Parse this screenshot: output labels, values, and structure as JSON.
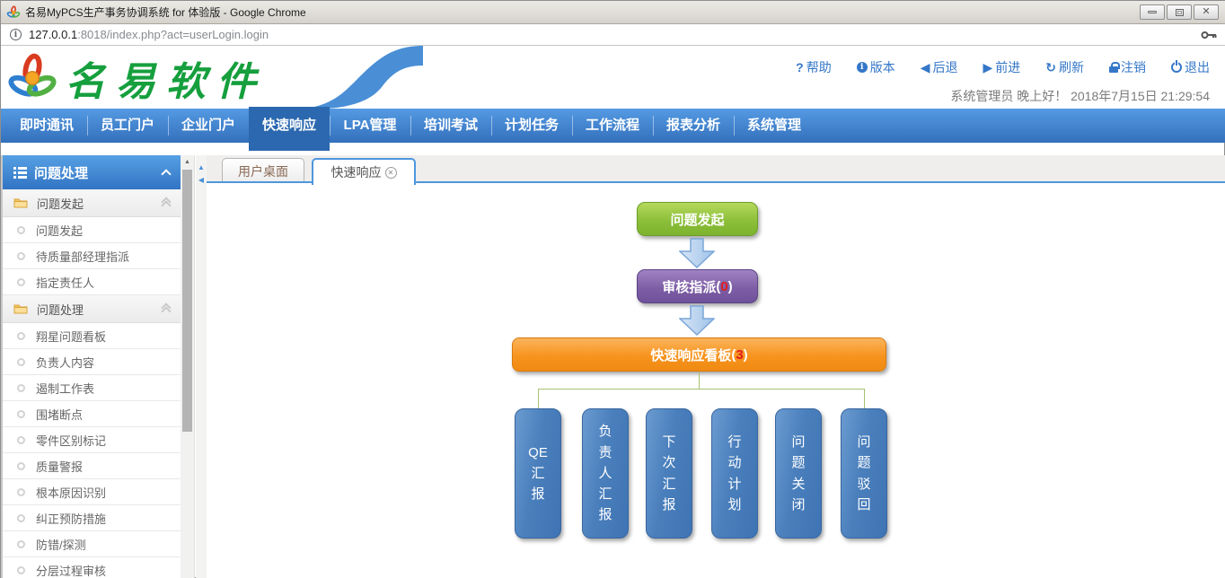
{
  "window": {
    "title": "名易MyPCS生产事务协调系统 for 体验版 - Google Chrome",
    "url_host": "127.0.0.1",
    "url_path": ":8018/index.php?act=userLogin.login",
    "info_icon_glyph": "i"
  },
  "header": {
    "logo_text": "名易软件",
    "links": [
      {
        "icon": "question-icon",
        "glyph": "?",
        "label": "帮助"
      },
      {
        "icon": "info-icon",
        "glyph": "i",
        "label": "版本"
      },
      {
        "icon": "back-icon",
        "glyph": "◀",
        "label": "后退"
      },
      {
        "icon": "forward-icon",
        "glyph": "▶",
        "label": "前进"
      },
      {
        "icon": "refresh-icon",
        "glyph": "↻",
        "label": "刷新"
      },
      {
        "icon": "lock-icon",
        "glyph": "",
        "label": "注销"
      },
      {
        "icon": "power-icon",
        "glyph": "",
        "label": "退出"
      }
    ],
    "greeting": "系统管理员 晚上好！ 2018年7月15日 21:29:54"
  },
  "nav": {
    "items": [
      {
        "label": "即时通讯",
        "active": false
      },
      {
        "label": "员工门户",
        "active": false
      },
      {
        "label": "企业门户",
        "active": false
      },
      {
        "label": "快速响应",
        "active": true
      },
      {
        "label": "LPA管理",
        "active": false
      },
      {
        "label": "培训考试",
        "active": false
      },
      {
        "label": "计划任务",
        "active": false
      },
      {
        "label": "工作流程",
        "active": false
      },
      {
        "label": "报表分析",
        "active": false
      },
      {
        "label": "系统管理",
        "active": false
      }
    ]
  },
  "sidebar": {
    "header": "问题处理",
    "groups": [
      {
        "label": "问题发起",
        "items": [
          "问题发起",
          "待质量部经理指派",
          "指定责任人"
        ]
      },
      {
        "label": "问题处理",
        "items": [
          "翔星问题看板",
          "负责人内容",
          "遏制工作表",
          "围堵断点",
          "零件区别标记",
          "质量警报",
          "根本原因识别",
          "纠正预防措施",
          "防错/探测",
          "分层过程审核"
        ]
      }
    ]
  },
  "tabs": [
    {
      "label": "用户桌面",
      "active": false,
      "closable": false
    },
    {
      "label": "快速响应",
      "active": true,
      "closable": true,
      "close_glyph": "✕"
    }
  ],
  "flowchart": {
    "paren_open": "(",
    "paren_close": ")",
    "nodes": [
      {
        "label": "问题发起",
        "count": null,
        "color": "#8cbf3a"
      },
      {
        "label": "审核指派",
        "count": "0",
        "color": "#7e5fa6"
      },
      {
        "label": "快速响应看板",
        "count": "3",
        "color": "#f7941e"
      }
    ],
    "leaves": [
      {
        "label": "QE汇报",
        "display": "QE\n汇\n报"
      },
      {
        "label": "负责人汇报",
        "display": "负\n责\n人\n汇\n报"
      },
      {
        "label": "下次汇报",
        "display": "下\n次\n汇\n报"
      },
      {
        "label": "行动计划",
        "display": "行\n动\n计\n划"
      },
      {
        "label": "问题关闭",
        "display": "问\n题\n关\n闭"
      },
      {
        "label": "问题驳回",
        "display": "问\n题\n驳\n回"
      }
    ],
    "leaf_color": "#4a7fbc",
    "count_color": "#e01b1b",
    "connector_color": "#a5c16f"
  },
  "colors": {
    "accent_blue": "#4a90d9",
    "nav_active": "#2b68af",
    "logo_green": "#159f3d"
  }
}
